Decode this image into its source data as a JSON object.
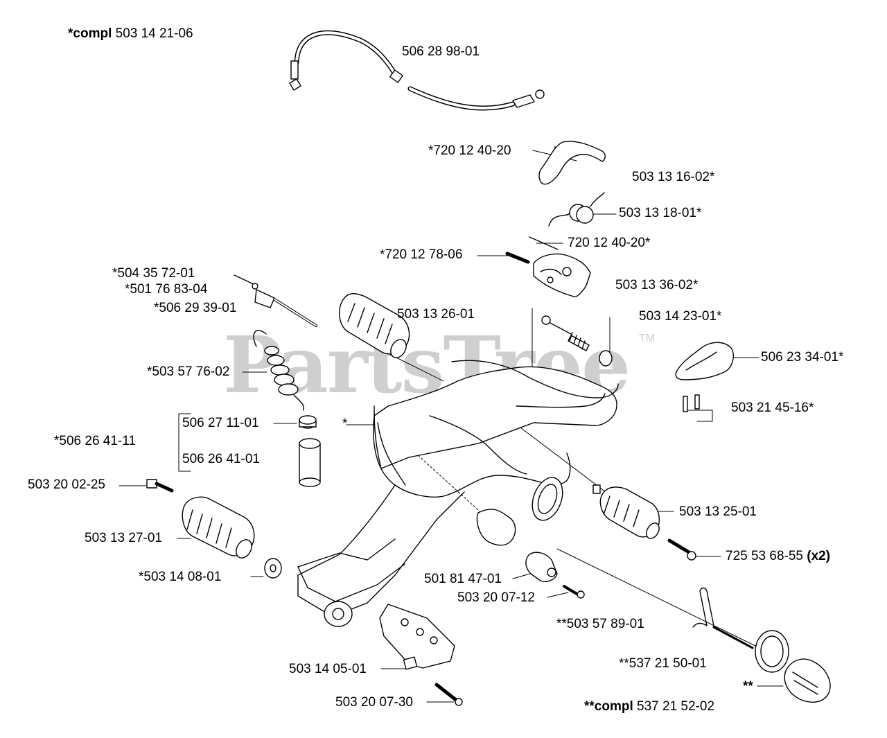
{
  "watermark": {
    "text": "PartsTree",
    "tm": "TM"
  },
  "labels": {
    "compl_1": {
      "prefix": "*compl",
      "number": "503 14 21-06"
    },
    "cable": "506 28 98-01",
    "pin_1": "*720 12 40-20",
    "lever": "503 13 16-02*",
    "spring_1": "503 13 18-01*",
    "pin_2": "720 12 40-20*",
    "pin_3": "*720 12 78-06",
    "trigger_housing": "503 13 36-02*",
    "nipple_1": "*504 35 72-01",
    "nipple_2": "*501 76 83-04",
    "fuel_hose": "*506 29 39-01",
    "av_top": "503 13 26-01",
    "detent": "503 14 23-01*",
    "throttle_lockout": "506 23 34-01*",
    "spring_2": "*503 57 76-02",
    "screw_1": "503 21 45-16*",
    "filter_top": "506 27 11-01",
    "filter_set": "*506 26 41-11",
    "filter_bottom": "506 26 41-01",
    "tank": "*",
    "screw_2": "503 20 02-25",
    "av_right": "503 13 25-01",
    "av_left": "503 13 27-01",
    "screw_3": {
      "number": "725 53 68-55",
      "qty": "(x2)"
    },
    "washer": "*503 14 08-01",
    "stop": "501 81 47-01",
    "screw_4": "503 20 07-12",
    "vent": "**503 57 89-01",
    "gasket": "**537 21 50-01",
    "bracket": "503 14 05-01",
    "fuel_cap": "**",
    "screw_5": "503 20 07-30",
    "compl_2": {
      "prefix": "**compl",
      "number": "537 21 52-02"
    }
  }
}
